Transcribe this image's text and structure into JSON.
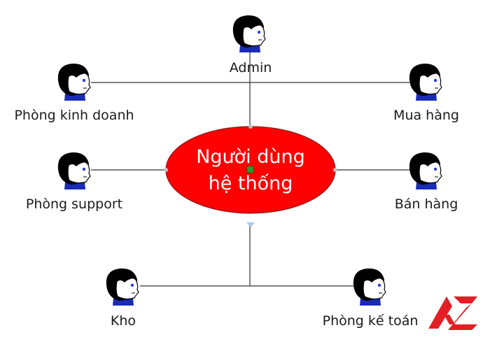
{
  "center": {
    "line1": "Người dùng",
    "line2": "hệ thống",
    "fill": "#ff0000",
    "stroke": "#8b1a1a"
  },
  "actors": [
    {
      "id": "admin",
      "label": "Admin"
    },
    {
      "id": "phong-kinh-doanh",
      "label": "Phòng kinh doanh"
    },
    {
      "id": "mua-hang",
      "label": "Mua hàng"
    },
    {
      "id": "phong-support",
      "label": "Phòng support"
    },
    {
      "id": "ban-hang",
      "label": "Bán hàng"
    },
    {
      "id": "kho",
      "label": "Kho"
    },
    {
      "id": "phong-ke-toan",
      "label": "Phòng kế toán"
    }
  ],
  "colors": {
    "hair": "#000000",
    "shirt": "#1a2bb5",
    "skin": "#ffffff",
    "eye": "#2f3fd6",
    "line": "#333333",
    "handle": "#2e9b2e",
    "logo_red": "#e31e24"
  },
  "logo": {
    "icon": "az-logo-icon"
  }
}
